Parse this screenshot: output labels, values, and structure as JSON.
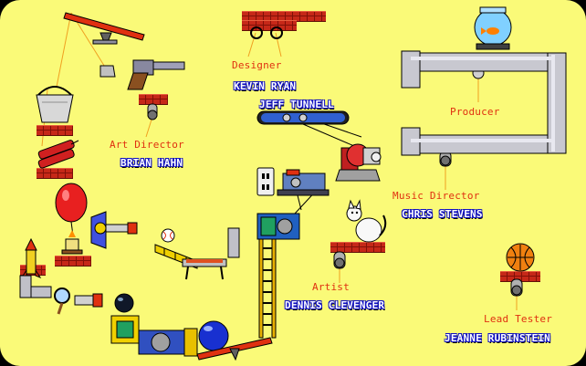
{
  "credits": {
    "designer": {
      "role": "Designer",
      "name": "KEVIN RYAN"
    },
    "designer2": {
      "name": "JEFF TUNNELL"
    },
    "art_director": {
      "role": "Art Director",
      "name": "BRIAN HAHN"
    },
    "producer": {
      "role": "Producer"
    },
    "music_director": {
      "role": "Music Director",
      "name": "CHRIS STEVENS"
    },
    "artist": {
      "role": "Artist",
      "name": "DENNIS CLEVENGER"
    },
    "lead_tester": {
      "role": "Lead Tester",
      "name": "JEANNE RUBINSTEIN"
    }
  },
  "colors": {
    "background": "#fafa78",
    "role_text": "#e03010",
    "name_text": "#ffffff",
    "name_outline": "#1010c0",
    "rope": "#f0a020"
  },
  "icons": [
    "seesaw-icon",
    "revolver-icon",
    "bucket-icon",
    "dynamite-icon",
    "balloon-icon",
    "candle-icon",
    "rocket-icon",
    "pipe-icon",
    "magnifier-icon",
    "flashlight-icon",
    "baseball-icon",
    "bowling-ball-icon",
    "fishbowl-icon",
    "basketball-icon",
    "cat-icon",
    "electric-motor-icon",
    "generator-icon",
    "outlet-icon",
    "conveyor-belt-icon",
    "mouse-cage-icon",
    "trampoline-icon",
    "ladder-icon",
    "pulley-icon",
    "bellows-icon"
  ]
}
